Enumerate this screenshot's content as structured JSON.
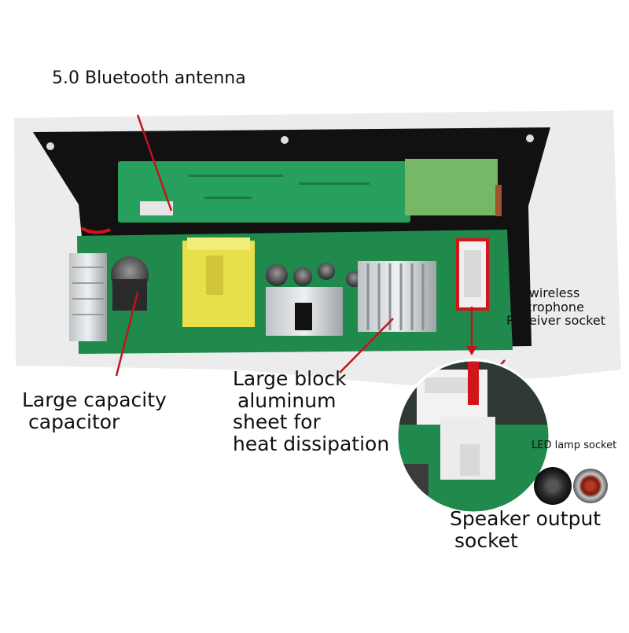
{
  "labels": {
    "antenna": "5.0 Bluetooth antenna",
    "capacitor": [
      "Large capacity",
      "capacitor"
    ],
    "aluminum": [
      "Large block",
      "aluminum",
      "sheet for",
      "heat dissipation"
    ],
    "microphone": [
      "5v wireless",
      "microphone",
      "Receiver socket"
    ],
    "led_prefix": "LED",
    "led_rest": " lamp socket",
    "speaker": [
      "Speaker output",
      "socket"
    ]
  },
  "colors": {
    "board_green": "#1f8a4c",
    "pointer_red": "#c0161b",
    "highlight_red": "#d4141b",
    "background_gray": "#e9e9e9"
  }
}
